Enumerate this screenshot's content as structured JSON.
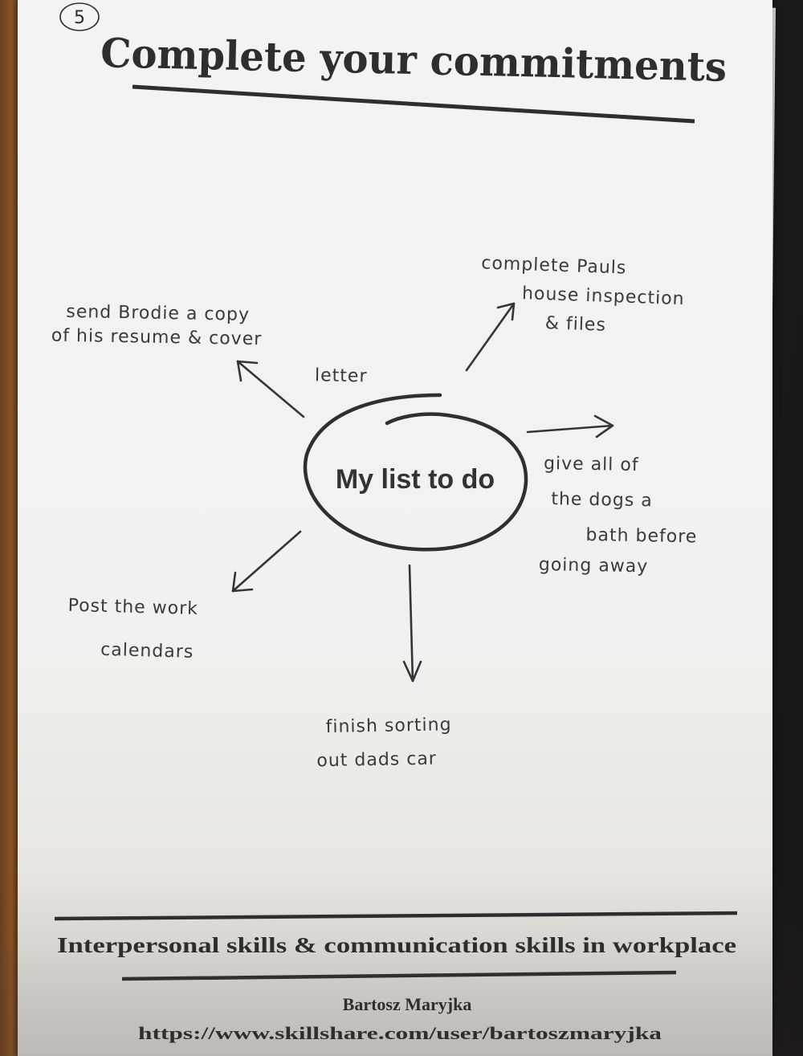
{
  "page": {
    "number": "5",
    "title": "Complete your commitments"
  },
  "mindmap": {
    "center": "My list to do",
    "branches": [
      {
        "id": "brodie",
        "lines": [
          "send  Brodie  a  copy",
          "of  his  resume  &  cover",
          "letter"
        ]
      },
      {
        "id": "pauls",
        "lines": [
          "complete  Pauls",
          "house  inspection",
          "&  files"
        ]
      },
      {
        "id": "dogs",
        "lines": [
          "give    all    of",
          "the  dogs  a",
          "bath  before",
          "going  away"
        ]
      },
      {
        "id": "calendars",
        "lines": [
          "Post  the  work",
          "calendars"
        ]
      },
      {
        "id": "dadscar",
        "lines": [
          "finish  sorting",
          "out  dads  car"
        ]
      }
    ]
  },
  "footer": {
    "course": "Interpersonal skills & communication skills in workplace",
    "author": "Bartosz Maryjka",
    "url": "https://www.skillshare.com/user/bartoszmaryjka"
  },
  "colors": {
    "ink": "#2e2e2e",
    "pen": "#3a3a3a",
    "paper": "#f3f2f0"
  }
}
